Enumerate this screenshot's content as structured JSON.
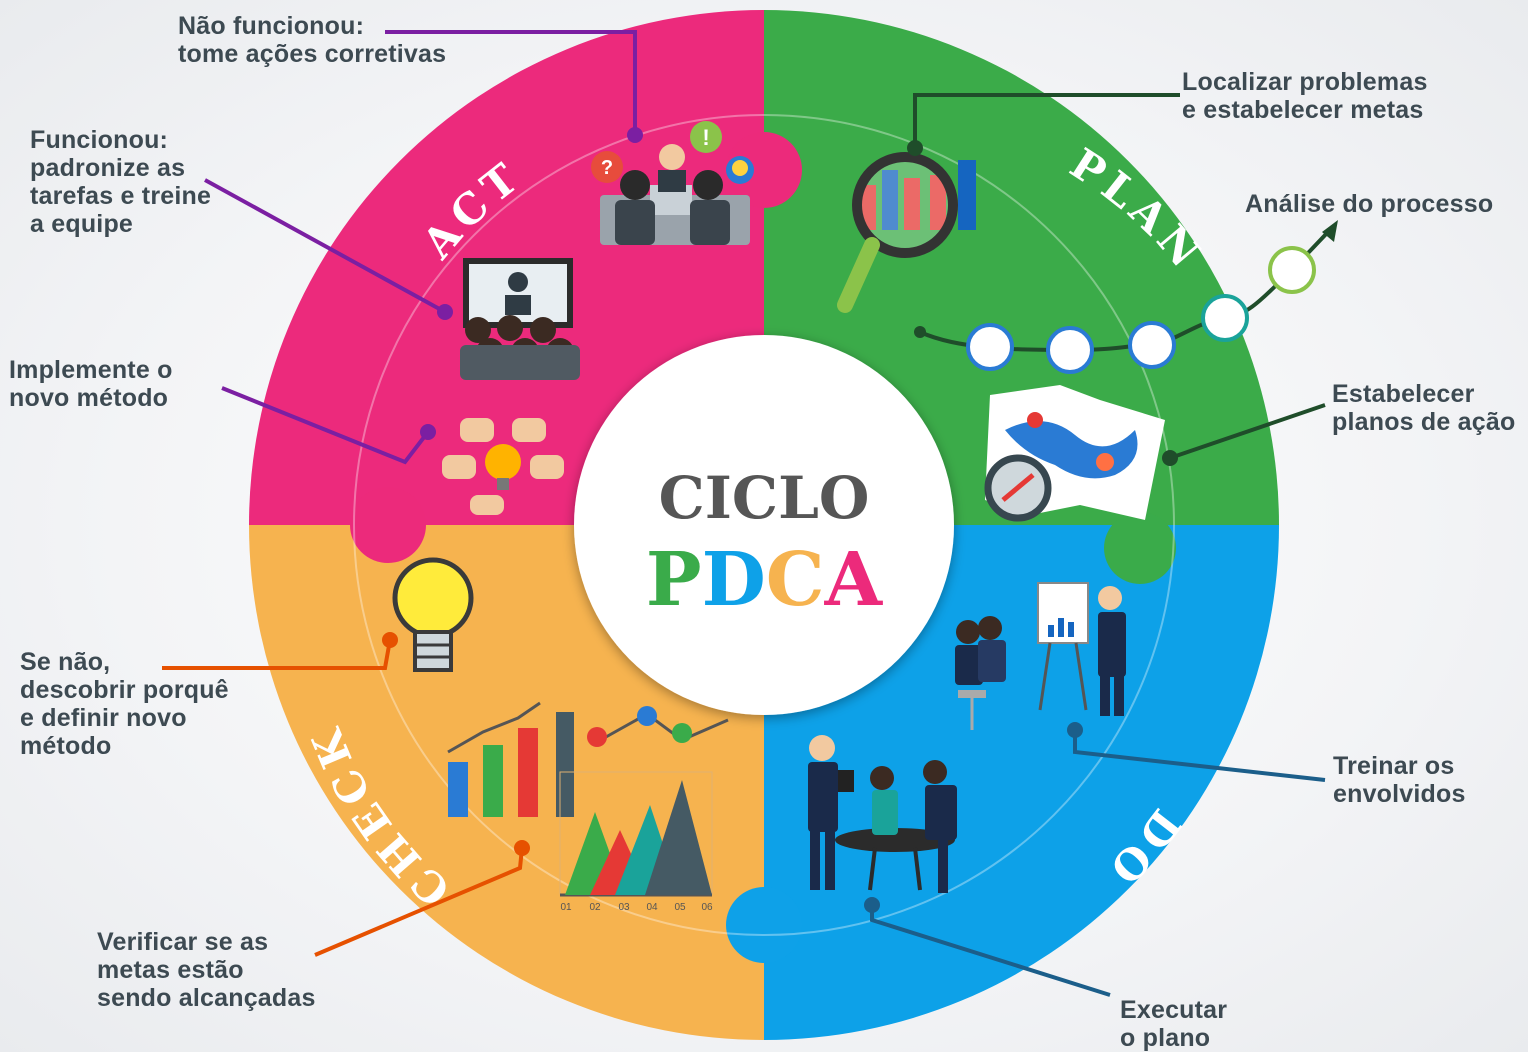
{
  "center": {
    "line1": "CICLO",
    "letters": [
      "P",
      "D",
      "C",
      "A"
    ]
  },
  "quadrants": {
    "act": {
      "label": "ACT",
      "color": "#ec2a7b"
    },
    "plan": {
      "label": "PLAN",
      "color": "#3aab4a"
    },
    "do": {
      "label": "DO",
      "color": "#0ea1e8"
    },
    "check": {
      "label": "CHECK",
      "color": "#f6b34f"
    }
  },
  "center_letter_colors": [
    "#3aab4a",
    "#0ea1e8",
    "#f6b34f",
    "#ec2a7b"
  ],
  "chart_axis_labels": [
    "01",
    "02",
    "03",
    "04",
    "05",
    "06"
  ],
  "annotations": {
    "act_top": "Não funcionou:\ntome ações corretivas",
    "act_standardize": "Funcionou:\npadronize as\ntarefas e treine\na equipe",
    "act_implement": "Implemente o\nnovo método",
    "plan_locate": "Localizar problemas\ne estabelecer metas",
    "plan_analysis": "Análise do processo",
    "plan_actions": "Estabelecer\nplanos de ação",
    "do_train": "Treinar os\nenvolvidos",
    "do_execute": "Executar\no plano",
    "check_redefine": "Se não,\ndescobrir porquê\ne definir novo\nmétodo",
    "check_verify": "Verificar se as\nmetas estão\nsendo alcançadas"
  }
}
